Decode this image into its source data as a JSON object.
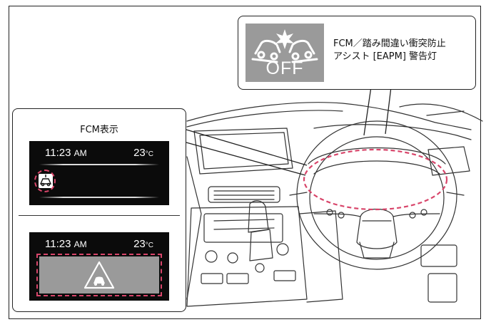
{
  "warning_lamp": {
    "badge": "OFF",
    "label_line1": "FCM／踏み間違い衝突防止",
    "label_line2": "アシスト [EAPM] 警告灯"
  },
  "fcm_display": {
    "title": "FCM表示",
    "screen_normal": {
      "time": "11:23",
      "ampm": "AM",
      "temp_value": "23",
      "temp_unit": "°C"
    },
    "screen_alert": {
      "time": "11:23",
      "ampm": "AM",
      "temp_value": "23",
      "temp_unit": "°C"
    }
  },
  "colors": {
    "highlight_dash": "#d8456a",
    "panel_gray": "#9a9a9a",
    "screen_bg": "#0b0b0b"
  },
  "icons": {
    "warning_lamp": "collision-warning-off-icon",
    "small_indicator": "fcm-indicator-icon",
    "alert_icon": "forward-collision-alert-icon"
  }
}
